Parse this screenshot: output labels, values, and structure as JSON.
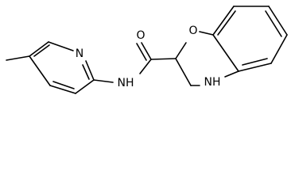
{
  "structure": {
    "atoms": {
      "pyridine_n": "N",
      "amide_nh": "NH",
      "amide_o": "O",
      "ring_o": "O",
      "ring_nh": "NH"
    }
  }
}
